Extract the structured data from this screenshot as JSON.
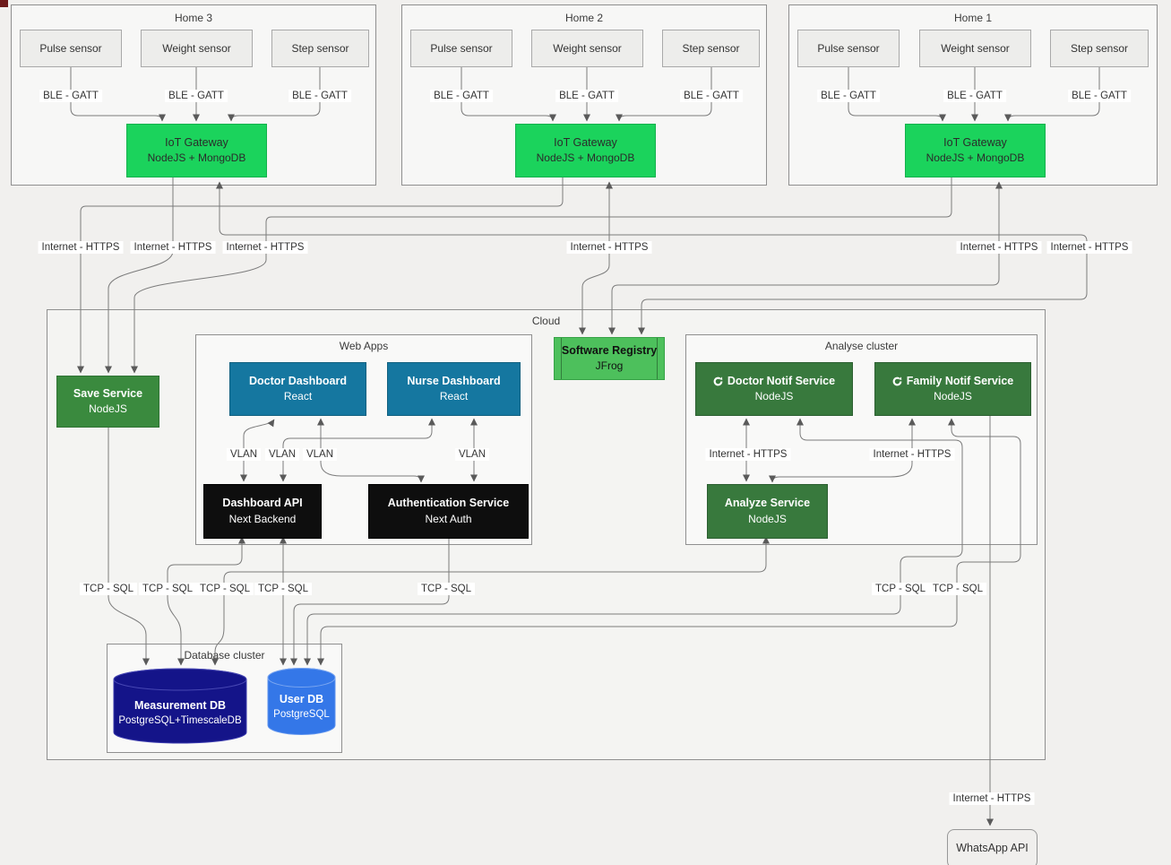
{
  "homes": [
    {
      "title": "Home 3",
      "sensors": [
        "Pulse sensor",
        "Weight sensor",
        "Step sensor"
      ],
      "gateway": {
        "title": "IoT Gateway",
        "subtitle": "NodeJS + MongoDB"
      }
    },
    {
      "title": "Home 2",
      "sensors": [
        "Pulse sensor",
        "Weight sensor",
        "Step sensor"
      ],
      "gateway": {
        "title": "IoT Gateway",
        "subtitle": "NodeJS + MongoDB"
      }
    },
    {
      "title": "Home 1",
      "sensors": [
        "Pulse sensor",
        "Weight sensor",
        "Step sensor"
      ],
      "gateway": {
        "title": "IoT Gateway",
        "subtitle": "NodeJS + MongoDB"
      }
    }
  ],
  "cloud": {
    "label": "Cloud",
    "save_service": {
      "title": "Save Service",
      "subtitle": "NodeJS"
    },
    "web_apps": {
      "label": "Web Apps",
      "doctor_dashboard": {
        "title": "Doctor Dashboard",
        "subtitle": "React"
      },
      "nurse_dashboard": {
        "title": "Nurse Dashboard",
        "subtitle": "React"
      },
      "dashboard_api": {
        "title": "Dashboard API",
        "subtitle": "Next Backend"
      },
      "auth_service": {
        "title": "Authentication Service",
        "subtitle": "Next Auth"
      }
    },
    "software_registry": {
      "title": "Software Registry",
      "subtitle": "JFrog"
    },
    "analyse_cluster": {
      "label": "Analyse cluster",
      "doctor_notif": {
        "title": "Doctor Notif Service",
        "subtitle": "NodeJS"
      },
      "family_notif": {
        "title": "Family Notif Service",
        "subtitle": "NodeJS"
      },
      "analyze_service": {
        "title": "Analyze Service",
        "subtitle": "NodeJS"
      }
    },
    "database_cluster": {
      "label": "Database cluster",
      "measurement_db": {
        "title": "Measurement DB",
        "subtitle": "PostgreSQL+TimescaleDB"
      },
      "user_db": {
        "title": "User DB",
        "subtitle": "PostgreSQL"
      }
    }
  },
  "whatsapp_api": {
    "title": "WhatsApp API"
  },
  "labels": {
    "ble": "BLE - GATT",
    "https": "Internet - HTTPS",
    "vlan": "VLAN",
    "sql": "TCP - SQL"
  },
  "colors": {
    "bg": "#f1f0ee",
    "line": "#7b7b7b",
    "gw": "#1bd35c",
    "save": "#3a8a3e",
    "reg": "#4dc05c",
    "dash": "#1577a0",
    "blk": "#0e0e0e",
    "notif": "#38793d",
    "meas": "#141489",
    "user": "#3477e8"
  }
}
